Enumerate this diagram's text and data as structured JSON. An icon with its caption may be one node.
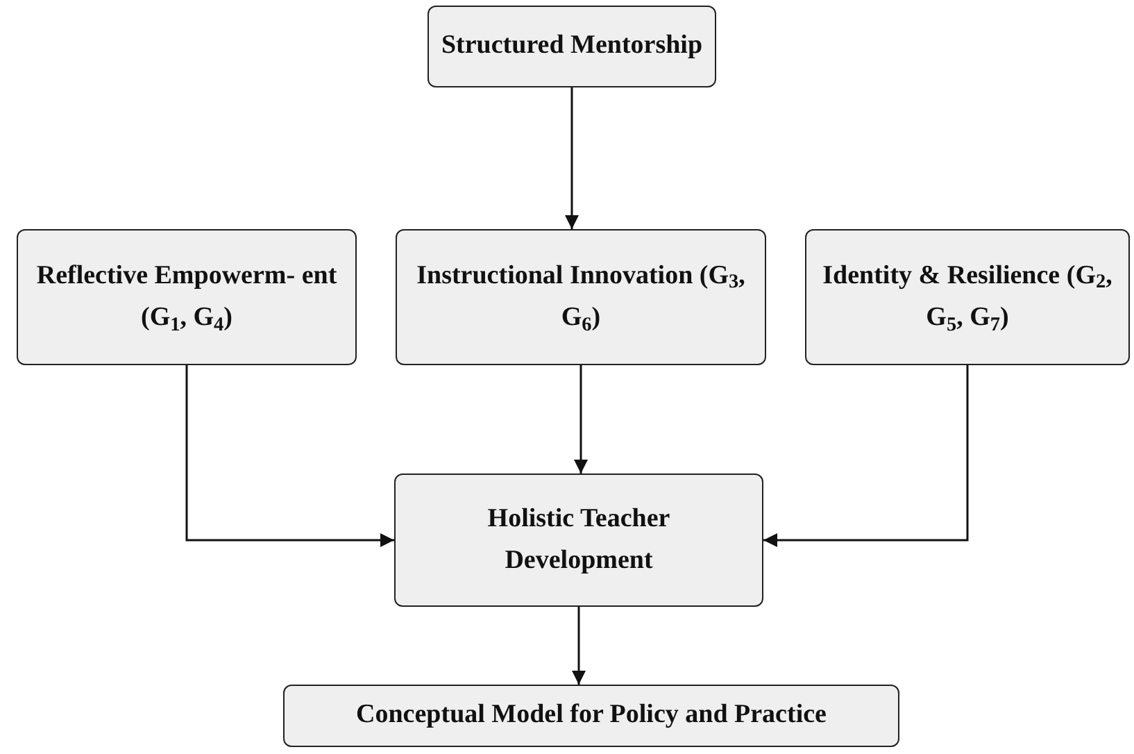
{
  "diagram": {
    "nodes": [
      {
        "text": [
          "Structured Mentorship"
        ]
      },
      {
        "text": [
          "Reflective Empowerm- ent (G$_{1}$, G$_{4}$)"
        ]
      },
      {
        "text": [
          "Instructional Innovation (G$_{3}$, G$_{6}$)"
        ]
      },
      {
        "text": [
          "Identity & Resilience (G$_{2}$, G$_{5}$, G$_{7}$)"
        ]
      },
      {
        "text": [
          "Holistic Teacher Development"
        ]
      },
      {
        "text": [
          "Conceptual Model for Policy and Practice"
        ]
      }
    ],
    "edges": [
      {
        "from": 0,
        "to": 2,
        "arrow": "to"
      },
      {
        "from": 1,
        "to": 4,
        "arrow": "to"
      },
      {
        "from": 2,
        "to": 4,
        "arrow": "to"
      },
      {
        "from": 3,
        "to": 4,
        "arrow": "to"
      },
      {
        "from": 4,
        "to": 5,
        "arrow": "to"
      }
    ]
  }
}
